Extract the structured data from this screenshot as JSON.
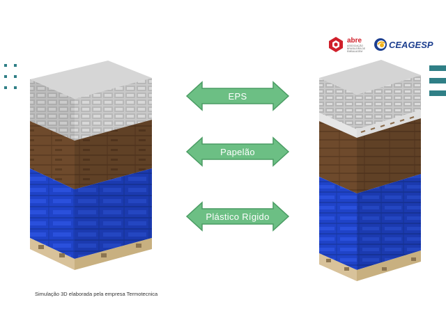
{
  "arrows": [
    {
      "label": "EPS"
    },
    {
      "label": "Papelão"
    },
    {
      "label": "Plástico Rígido"
    }
  ],
  "caption": "Simulação 3D elaborada pela empresa Termotecnica",
  "logos": {
    "abre": {
      "name": "abre",
      "tagline": "ASSOCIAÇÃO BRASILEIRA DE EMBALAGEM"
    },
    "ceagesp": {
      "name": "CEAGESP"
    }
  },
  "colors": {
    "arrow_fill": "#6cbf84",
    "arrow_stroke": "#4a9c63",
    "accent_teal": "#2f7f86",
    "eps": "#c9c9c9",
    "cardboard": "#6e4a2c",
    "plastic": "#1f43c8",
    "pallet": "#d8c29a",
    "abre_red": "#d01f2a",
    "ceagesp_blue": "#1d3f8f"
  }
}
